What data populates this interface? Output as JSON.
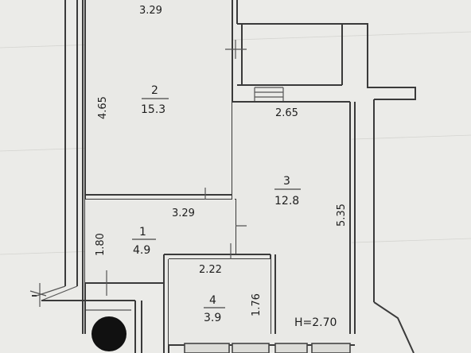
{
  "plan": {
    "rooms": [
      {
        "number": "2",
        "area": "15.3",
        "width": "3.29",
        "length": "4.65"
      },
      {
        "number": "3",
        "area": "12.8",
        "width": "2.65",
        "length": "5.35"
      },
      {
        "number": "1",
        "area": "4.9",
        "width": "3.29",
        "length": "1.80"
      },
      {
        "number": "4",
        "area": "3.9",
        "width": "2.22",
        "length": "1.76"
      }
    ],
    "ceiling_height": "H=2.70"
  },
  "colors": {
    "background": "#ebebe8",
    "wall": "#3a3a3a",
    "text": "#1e1e1e",
    "stamp": "#111111"
  }
}
